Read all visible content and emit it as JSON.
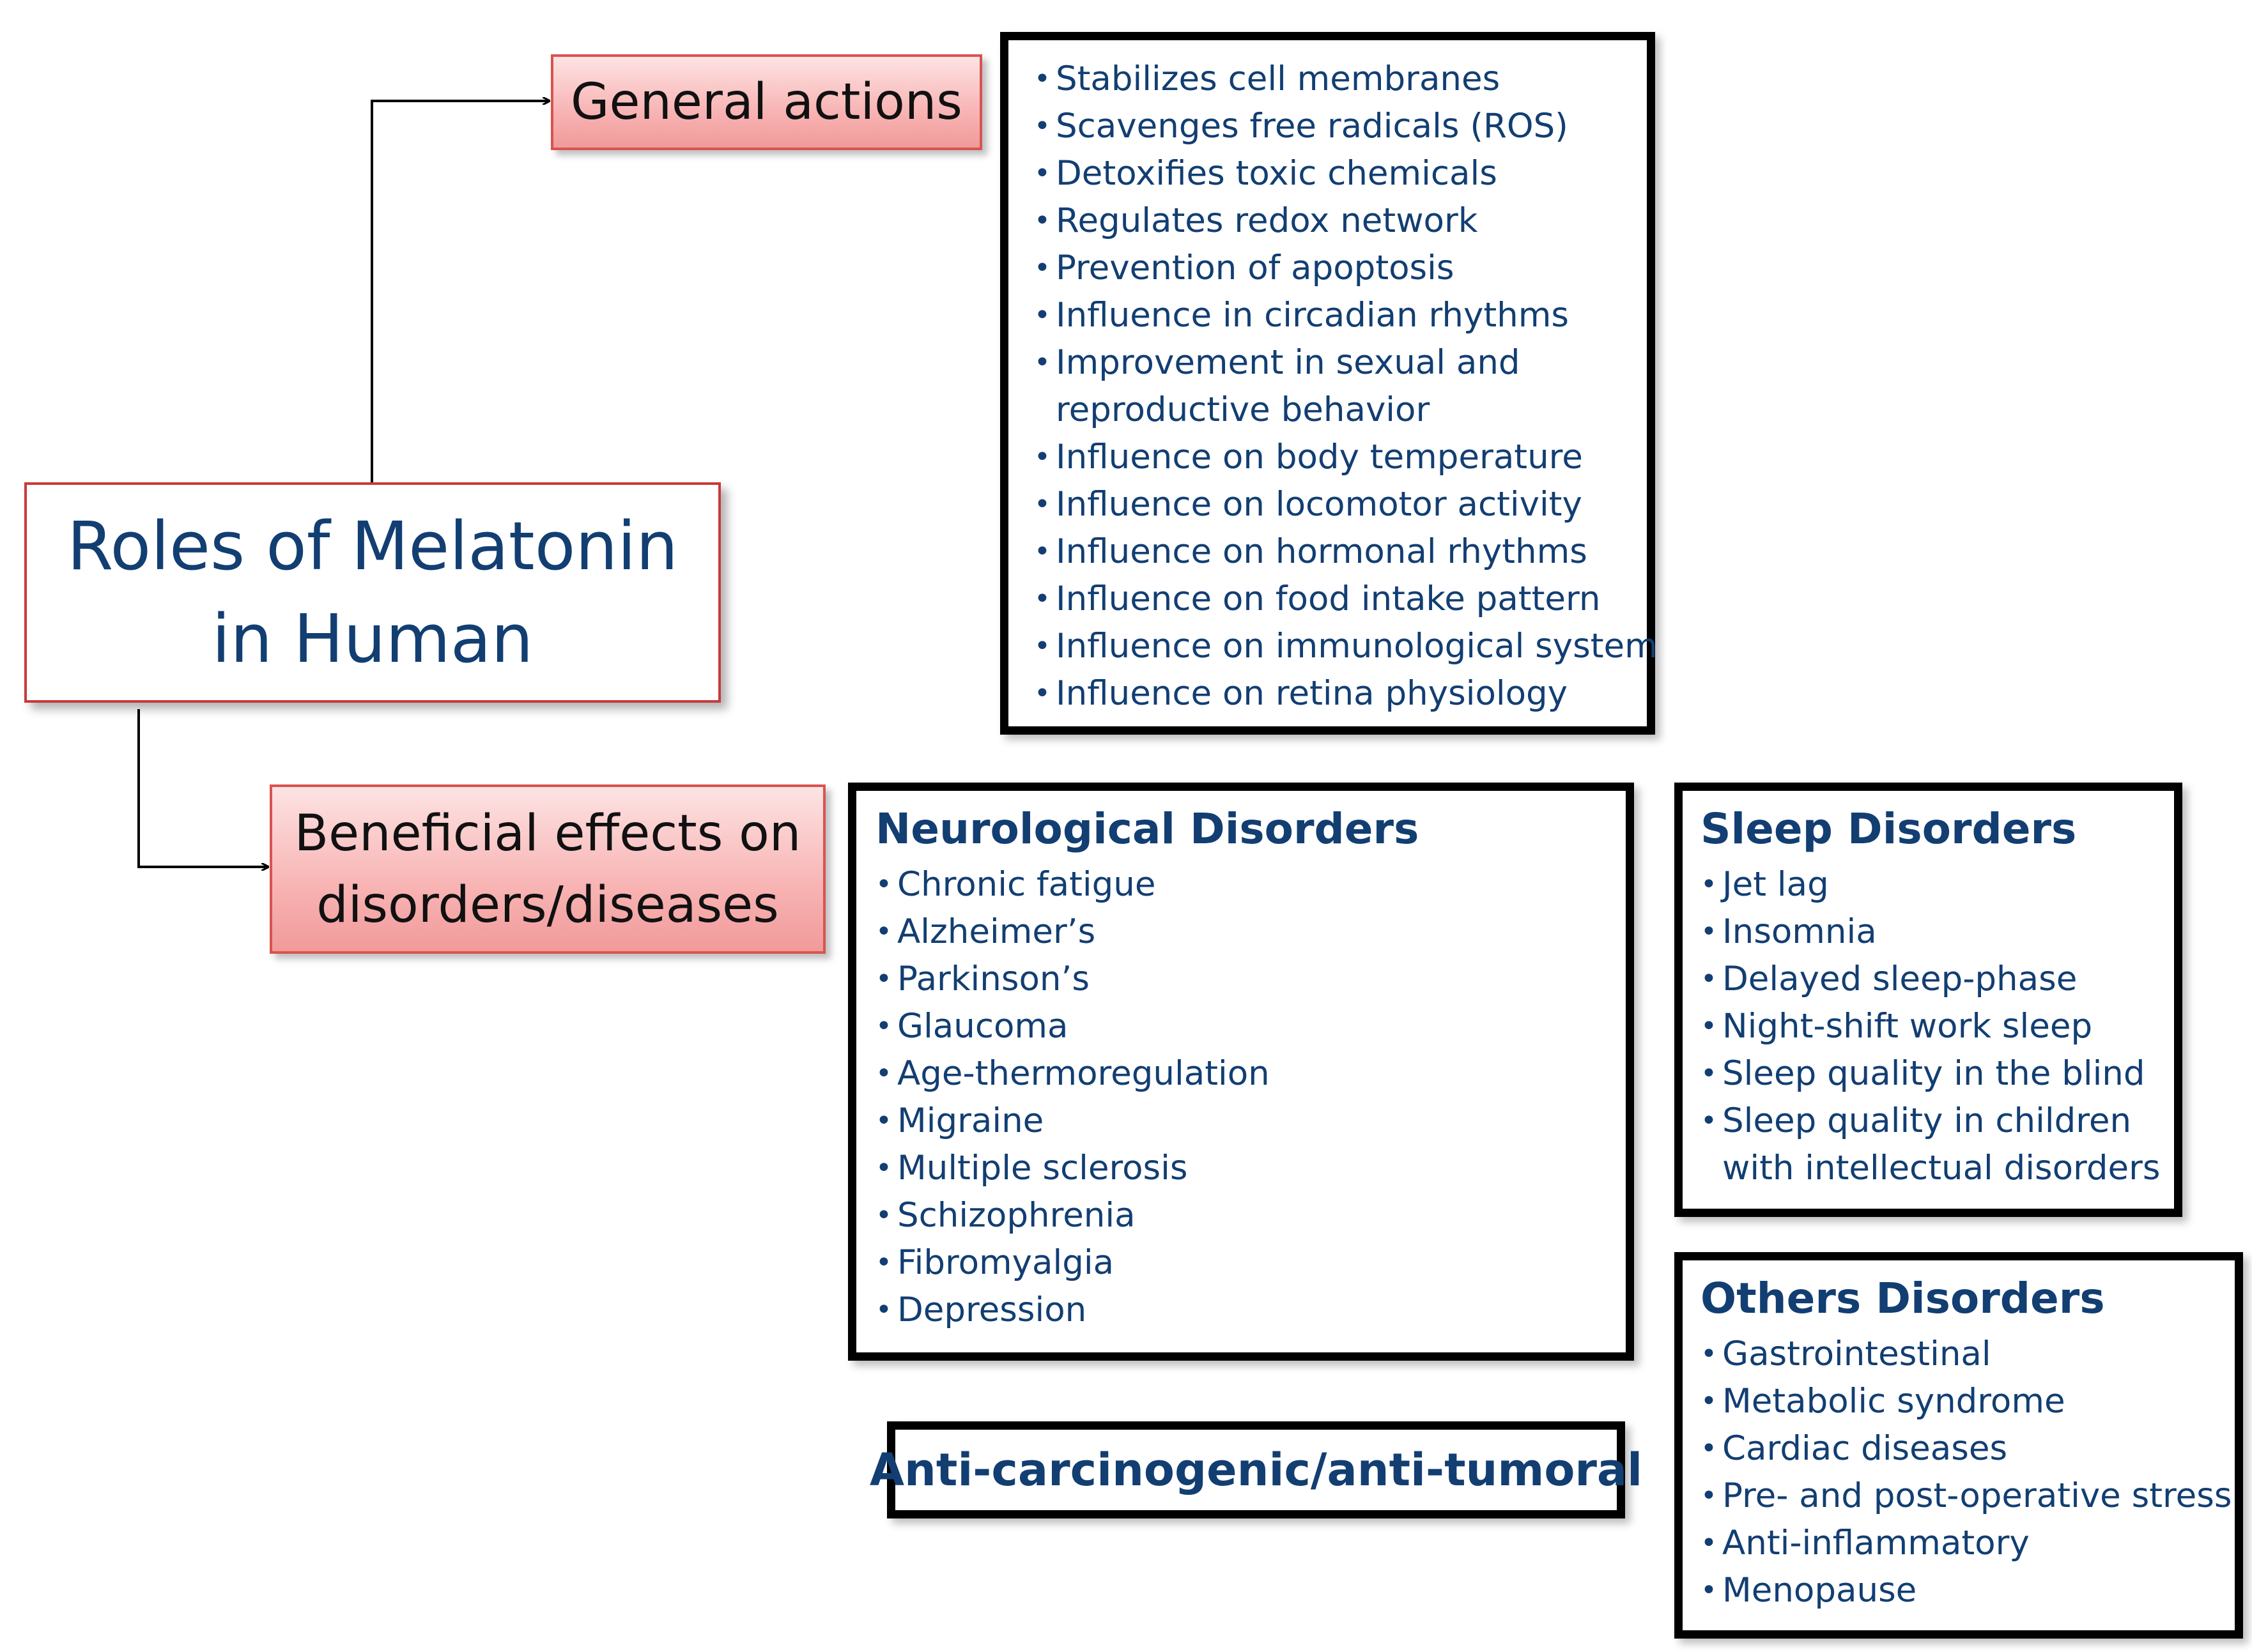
{
  "main_node": {
    "line1": "Roles of Melatonin",
    "line2": "in Human"
  },
  "general_actions": {
    "label": "General actions",
    "items": [
      [
        "Stabilizes cell membranes"
      ],
      [
        "Scavenges free radicals (ROS)"
      ],
      [
        "Detoxifies toxic chemicals"
      ],
      [
        "Regulates redox network"
      ],
      [
        "Prevention of apoptosis"
      ],
      [
        "Influence in circadian rhythms"
      ],
      [
        "Improvement in sexual and",
        "reproductive behavior"
      ],
      [
        "Influence on body temperature"
      ],
      [
        "Influence on locomotor activity"
      ],
      [
        "Influence on hormonal rhythms"
      ],
      [
        "Influence on food intake pattern"
      ],
      [
        "Influence on immunological system"
      ],
      [
        "Influence on retina physiology"
      ]
    ]
  },
  "beneficial_effects": {
    "line1": "Beneficial effects on",
    "line2": "disorders/diseases"
  },
  "neurological": {
    "title": "Neurological Disorders",
    "items": [
      "Chronic fatigue",
      "Alzheimer’s",
      "Parkinson’s",
      "Glaucoma",
      "Age-thermoregulation",
      "Migraine",
      "Multiple sclerosis",
      "Schizophrenia",
      "Fibromyalgia",
      "Depression"
    ]
  },
  "sleep": {
    "title": "Sleep Disorders",
    "items": [
      [
        "Jet lag"
      ],
      [
        "Insomnia"
      ],
      [
        "Delayed sleep-phase"
      ],
      [
        "Night-shift work sleep"
      ],
      [
        "Sleep quality in the blind"
      ],
      [
        "Sleep quality in children",
        "with intellectual disorders"
      ]
    ]
  },
  "others": {
    "title": "Others Disorders",
    "items": [
      "Gastrointestinal",
      "Metabolic syndrome",
      "Cardiac diseases",
      "Pre- and post-operative stress",
      "Anti-inflammatory",
      "Menopause"
    ]
  },
  "anti_carcinogenic": {
    "title": "Anti-carcinogenic/anti-tumoral"
  }
}
